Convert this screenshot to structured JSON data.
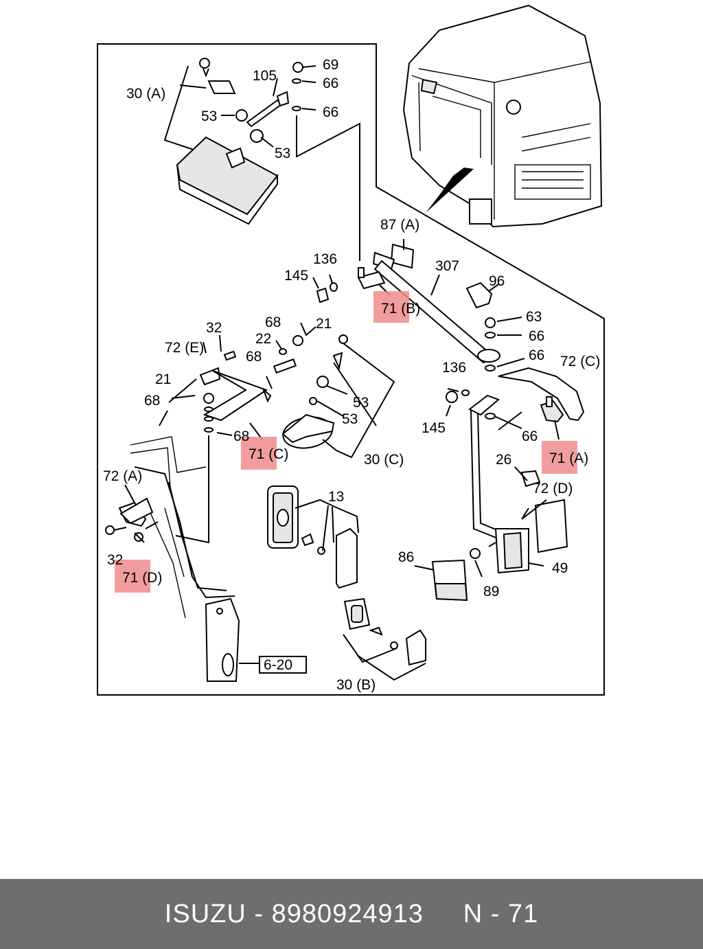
{
  "labels": {
    "l30a": "30 (A)",
    "l105": "105",
    "l69": "69",
    "l66a": "66",
    "l66b": "66",
    "l53a": "53",
    "l53b": "53",
    "l87a": "87 (A)",
    "l307": "307",
    "l136a": "136",
    "l145a": "145",
    "l71b": "71 (B)",
    "l96": "96",
    "l63": "63",
    "l66c": "66",
    "l66d": "66",
    "l72c": "72 (C)",
    "l136b": "136",
    "l145b": "145",
    "l66e": "66",
    "l71a": "71 (A)",
    "l68a": "68",
    "l21a": "21",
    "l32a": "32",
    "l22": "22",
    "l72e": "72 (E)",
    "l68b": "68",
    "l21b": "21",
    "l53c": "53",
    "l53d": "53",
    "l68c": "68",
    "l68d": "68",
    "l71c": "71 (C)",
    "l30c": "30 (C)",
    "l72a": "72 (A)",
    "l32b": "32",
    "l71d": "71 (D)",
    "l13": "13",
    "l26": "26",
    "l72d": "72 (D)",
    "l86": "86",
    "l89": "89",
    "l49": "49",
    "l620": "6-20",
    "l30b": "30 (B)"
  },
  "footer": {
    "brand": "ISUZU",
    "separator1": " - ",
    "part_number": "8980924913",
    "page_ref": "N - 71"
  },
  "colors": {
    "highlight": "#f08c8c",
    "footer_bg": "#6e6e6e",
    "footer_text": "#ffffff"
  }
}
